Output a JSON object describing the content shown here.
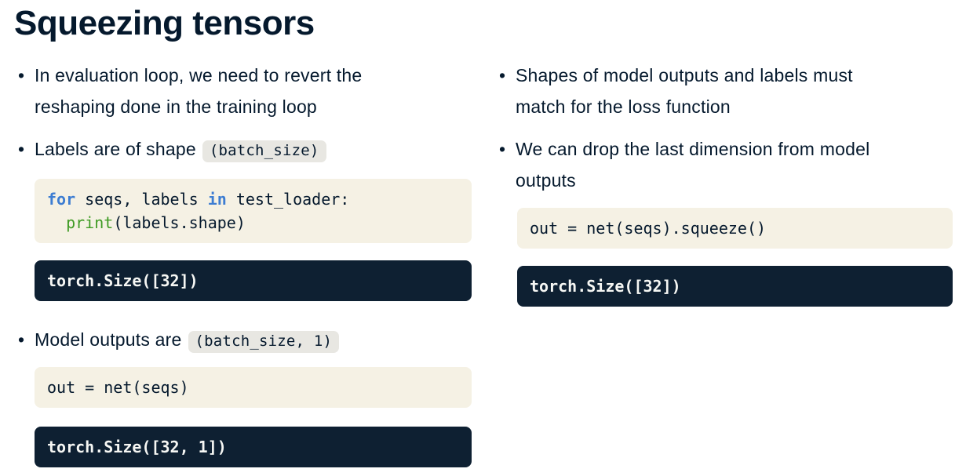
{
  "slide": {
    "title": "Squeezing tensors",
    "bullet_glyph": "•"
  },
  "colors": {
    "text_navy": "#05192d",
    "code_bg": "#f5f1e4",
    "inline_code_bg": "#e8e7e2",
    "output_bg": "#0e2032",
    "output_text": "#f6f7f4",
    "keyword_blue": "#3d7dd2",
    "function_green": "#3f9b24"
  },
  "left_column": {
    "bullet1": {
      "lines": [
        "In evaluation loop, we need to revert the",
        "reshaping done in the training loop"
      ]
    },
    "bullet2": {
      "text": "Labels are of shape",
      "inline_code": "(batch_size)"
    },
    "code_loop": {
      "kw_for": "for",
      "seg1": " seqs, labels ",
      "kw_in": "in",
      "seg2": " test_loader:",
      "indent": "  ",
      "fn_print": "print",
      "seg3": "(labels.shape)"
    },
    "output1": "torch.Size([32])",
    "bullet3": {
      "text": "Model outputs are",
      "inline_code": "(batch_size, 1)"
    },
    "code_out": "out = net(seqs)",
    "output2": "torch.Size([32, 1])"
  },
  "right_column": {
    "bullet1": {
      "lines": [
        "Shapes of model outputs and labels must",
        "match for the loss function"
      ]
    },
    "bullet2": {
      "lines": [
        "We can drop the last dimension from model",
        "outputs"
      ]
    },
    "code_squeeze": "out = net(seqs).squeeze()",
    "output1": "torch.Size([32])"
  }
}
